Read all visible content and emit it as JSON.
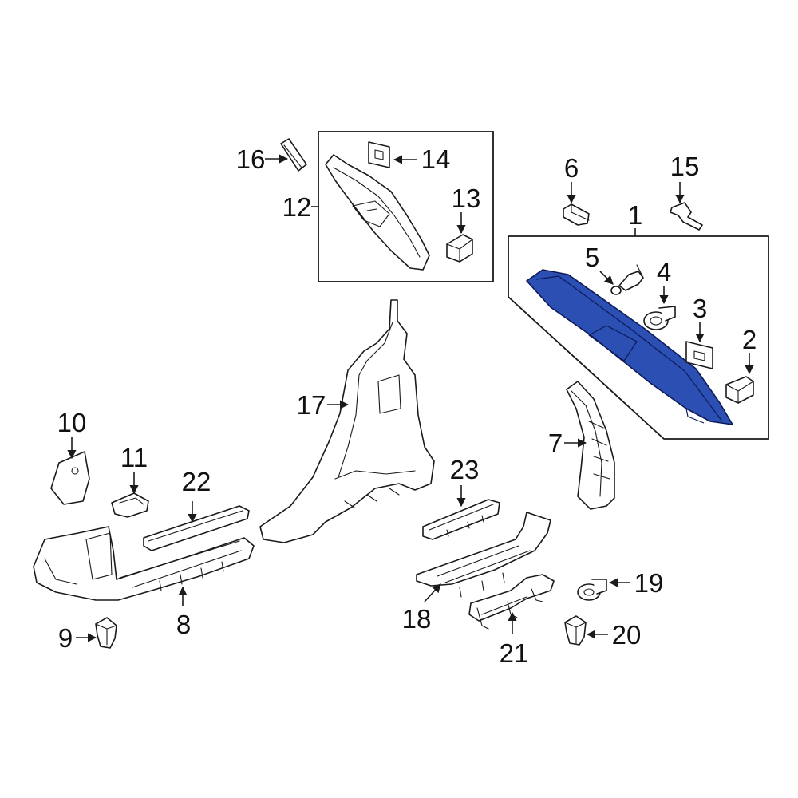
{
  "diagram": {
    "highlight_color": "#2c4fb4",
    "callouts": [
      {
        "id": "1",
        "label": "1"
      },
      {
        "id": "2",
        "label": "2"
      },
      {
        "id": "3",
        "label": "3"
      },
      {
        "id": "4",
        "label": "4"
      },
      {
        "id": "5",
        "label": "5"
      },
      {
        "id": "6",
        "label": "6"
      },
      {
        "id": "7",
        "label": "7"
      },
      {
        "id": "8",
        "label": "8"
      },
      {
        "id": "9",
        "label": "9"
      },
      {
        "id": "10",
        "label": "10"
      },
      {
        "id": "11",
        "label": "11"
      },
      {
        "id": "12",
        "label": "12"
      },
      {
        "id": "13",
        "label": "13"
      },
      {
        "id": "14",
        "label": "14"
      },
      {
        "id": "15",
        "label": "15"
      },
      {
        "id": "16",
        "label": "16"
      },
      {
        "id": "17",
        "label": "17"
      },
      {
        "id": "18",
        "label": "18"
      },
      {
        "id": "19",
        "label": "19"
      },
      {
        "id": "20",
        "label": "20"
      },
      {
        "id": "21",
        "label": "21"
      },
      {
        "id": "22",
        "label": "22"
      },
      {
        "id": "23",
        "label": "23"
      }
    ]
  }
}
